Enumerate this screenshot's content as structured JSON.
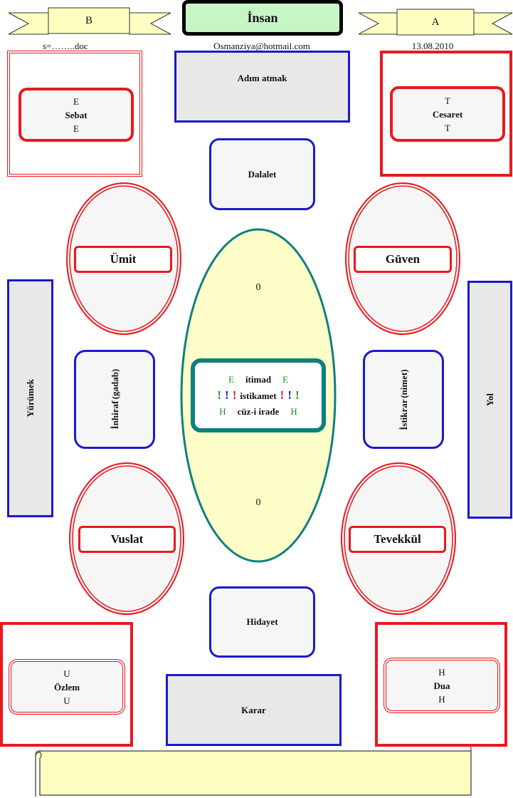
{
  "header": {
    "title": "İnsan",
    "left_banner": "B",
    "right_banner": "A",
    "left_caption": "s=……..doc",
    "center_caption": "Osmanziya@hotmail.com",
    "right_caption": "13.08.2010"
  },
  "corners": {
    "top_left": {
      "top": "E",
      "name": "Sebat",
      "bottom": "E"
    },
    "top_right": {
      "top": "T",
      "name": "Cesaret",
      "bottom": "T"
    },
    "bottom_left": {
      "top": "U",
      "name": "Özlem",
      "bottom": "U"
    },
    "bottom_right": {
      "top": "H",
      "name": "Dua",
      "bottom": "H"
    }
  },
  "boxes": {
    "adim_atmak": "Adım atmak",
    "dalalet": "Dalalet",
    "hidayet": "Hidayet",
    "karar": "Karar",
    "yurumek": "Yürümek",
    "yol": "Yol",
    "inhiraf_1": "İnhiraf",
    "inhiraf_2": "(gadab)",
    "istikrar_1": "İstikrar",
    "istikrar_2": "(nimet)"
  },
  "ellipses": {
    "umit": "Ümit",
    "guven": "Güven",
    "vuslat": "Vuslat",
    "tevekkul": "Tevekkül"
  },
  "center": {
    "top_zero": "0",
    "bottom_zero": "0",
    "line1_left": "E",
    "line1_word": "itimad",
    "line1_right": "E",
    "line2_word": "istikamet",
    "line3_left": "H",
    "line3_word": "cüz-i irade",
    "line3_right": "H",
    "mark": "!"
  },
  "colors": {
    "red": "#e8191e",
    "blue": "#1a1acc",
    "teal": "#0e7f80",
    "green_text": "#1e8c1e",
    "banner_fill": "#ffffc2",
    "title_fill": "#c6f5c6",
    "center_fill": "#fdfdc8"
  }
}
